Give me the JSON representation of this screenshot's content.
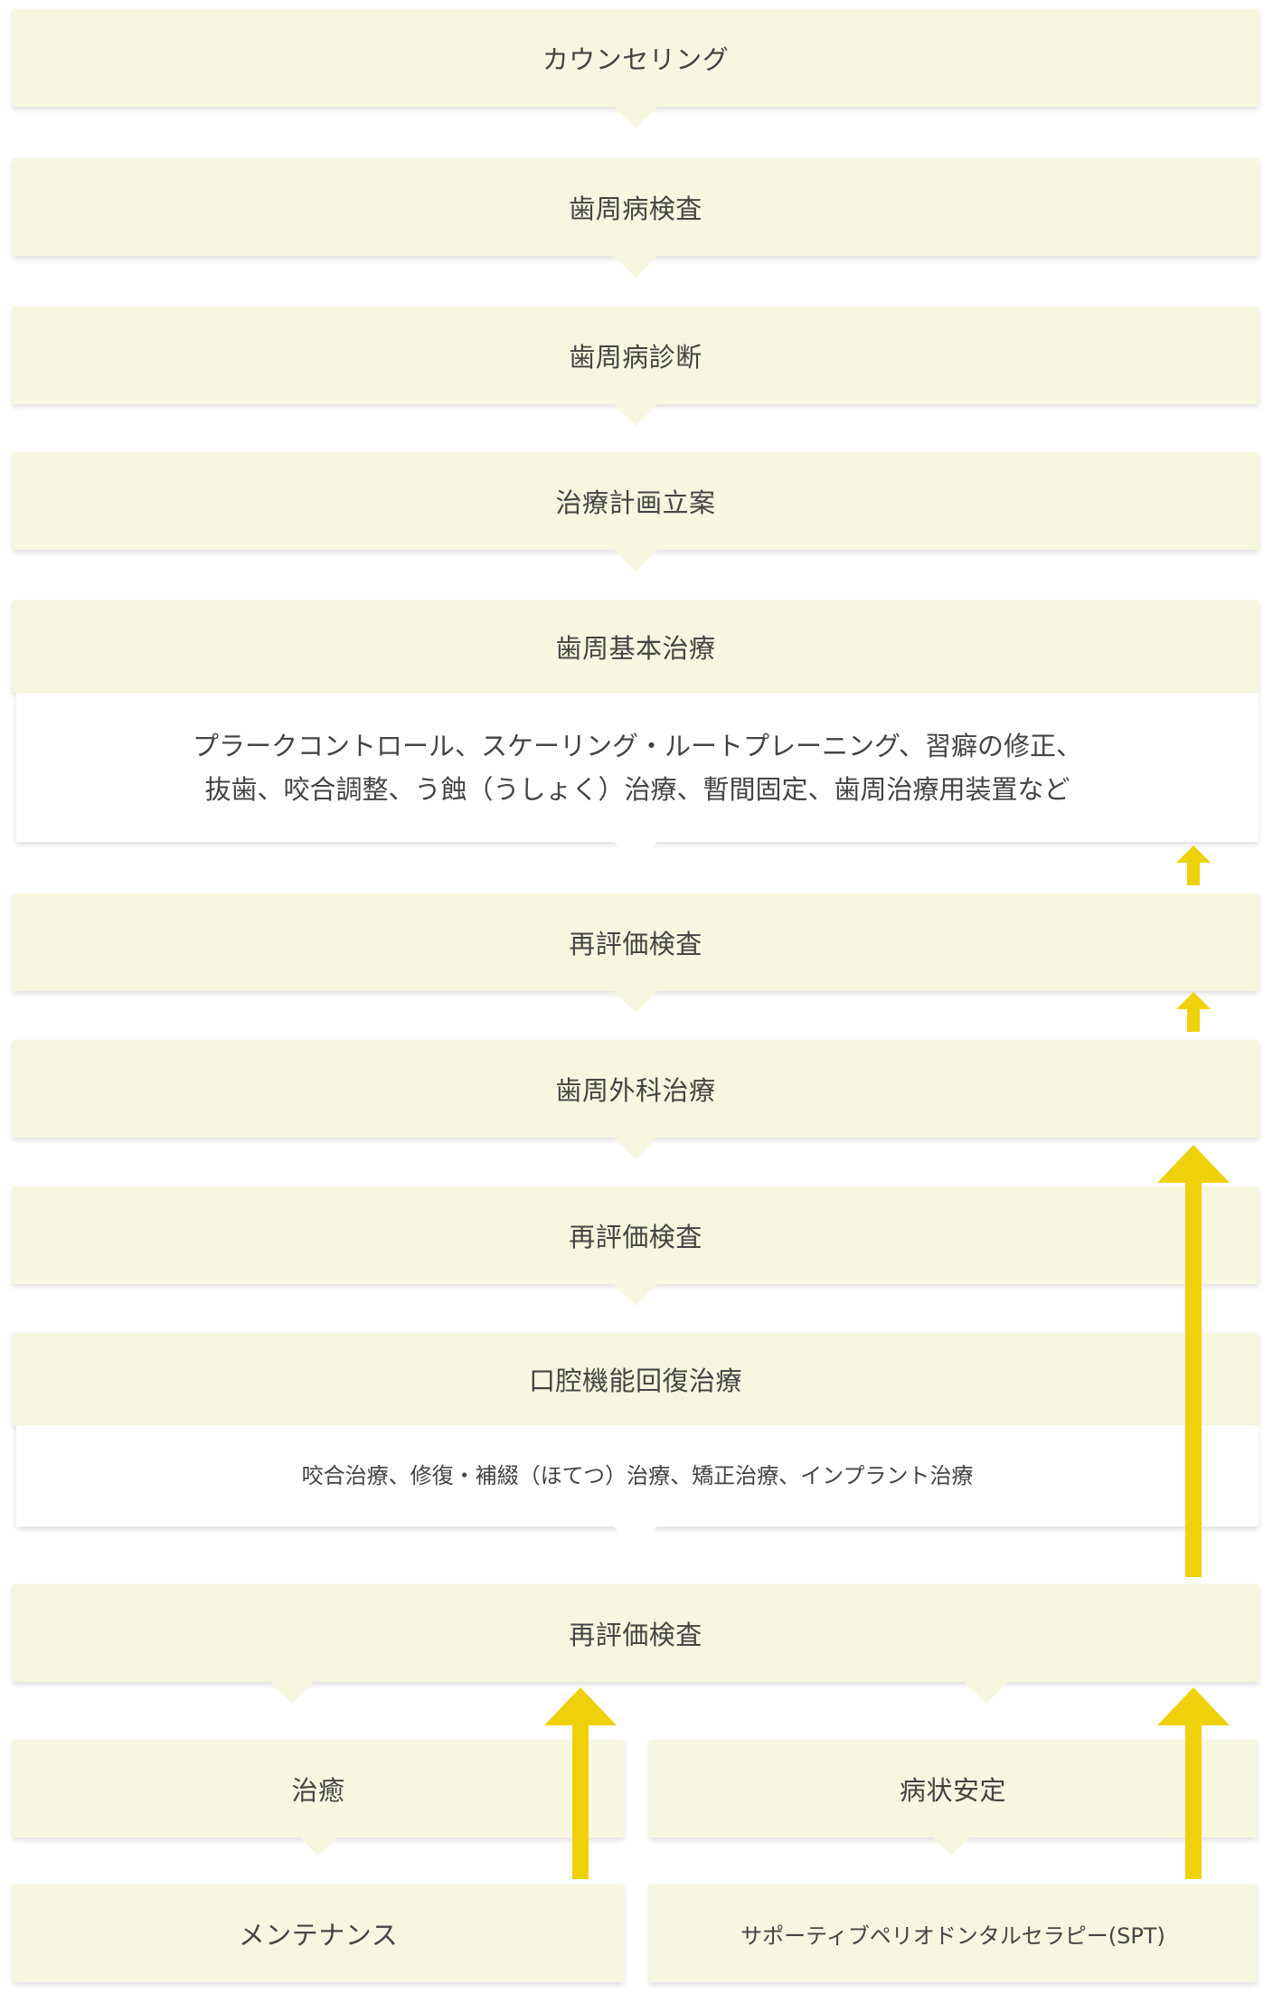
{
  "steps": {
    "counseling": "カウンセリング",
    "perio_exam": "歯周病検査",
    "perio_diagnosis": "歯周病診断",
    "treatment_plan": "治療計画立案",
    "basic_treatment": "歯周基本治療",
    "basic_treatment_detail": "プラークコントロール、スケーリング・ルートプレーニング、習癖の修正、\n抜歯、咬合調整、う蝕（うしょく）治療、暫間固定、歯周治療用装置など",
    "reeval_1": "再評価検査",
    "surgery": "歯周外科治療",
    "reeval_2": "再評価検査",
    "oral_function": "口腔機能回復治療",
    "oral_function_detail": "咬合治療、修復・補綴（ほてつ）治療、矯正治療、インプラント治療",
    "reeval_3": "再評価検査",
    "cured": "治癒",
    "stable": "病状安定",
    "maintenance": "メンテナンス",
    "spt": "サポーティブペリオドンタルセラピー(SPT)"
  },
  "colors": {
    "box": "#f7f6df",
    "arrow": "#efd10a",
    "text": "#444444"
  }
}
